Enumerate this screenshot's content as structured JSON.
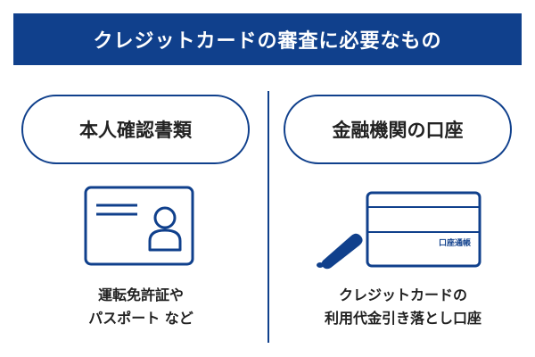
{
  "header": {
    "title": "クレジットカードの審査に必要なもの"
  },
  "left": {
    "pill_label": "本人確認書類",
    "caption_line1": "運転免許証や",
    "caption_line2": "パスポート など",
    "icon": "id-card-icon"
  },
  "right": {
    "pill_label": "金融機関の口座",
    "caption_line1": "クレジットカードの",
    "caption_line2": "利用代金引き落とし口座",
    "passbook_label": "口座通帳",
    "icon": "bankbook-icon"
  },
  "colors": {
    "accent": "#10408c",
    "text": "#222222",
    "background": "#ffffff"
  }
}
